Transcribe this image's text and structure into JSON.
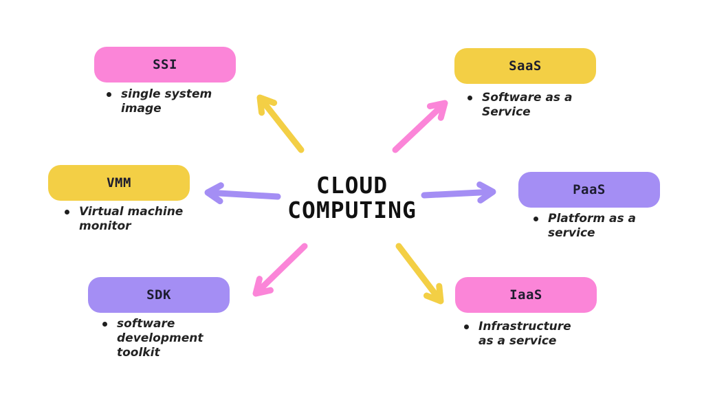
{
  "center": {
    "line1": "CLOUD",
    "line2": "COMPUTING"
  },
  "colors": {
    "pink": "#fb85d8",
    "yellow": "#f3cf45",
    "purple": "#a48ef4"
  },
  "nodes": {
    "ssi": {
      "label": "SSI",
      "desc_lines": [
        "single system",
        "image"
      ]
    },
    "saas": {
      "label": "SaaS",
      "desc_lines": [
        "Software as a",
        "Service"
      ]
    },
    "vmm": {
      "label": "VMM",
      "desc_lines": [
        "Virtual machine",
        "monitor"
      ]
    },
    "paas": {
      "label": "PaaS",
      "desc_lines": [
        "Platform as a",
        "service"
      ]
    },
    "sdk": {
      "label": "SDK",
      "desc_lines": [
        "software",
        "development",
        "toolkit"
      ]
    },
    "iaas": {
      "label": "IaaS",
      "desc_lines": [
        "Infrastructure",
        "as a service"
      ]
    }
  },
  "arrows": [
    {
      "name": "arrow-to-ssi",
      "color": "#f3cf45"
    },
    {
      "name": "arrow-to-saas",
      "color": "#fb85d8"
    },
    {
      "name": "arrow-to-vmm",
      "color": "#a48ef4"
    },
    {
      "name": "arrow-to-paas",
      "color": "#a48ef4"
    },
    {
      "name": "arrow-to-sdk",
      "color": "#fb85d8"
    },
    {
      "name": "arrow-to-iaas",
      "color": "#f3cf45"
    }
  ]
}
